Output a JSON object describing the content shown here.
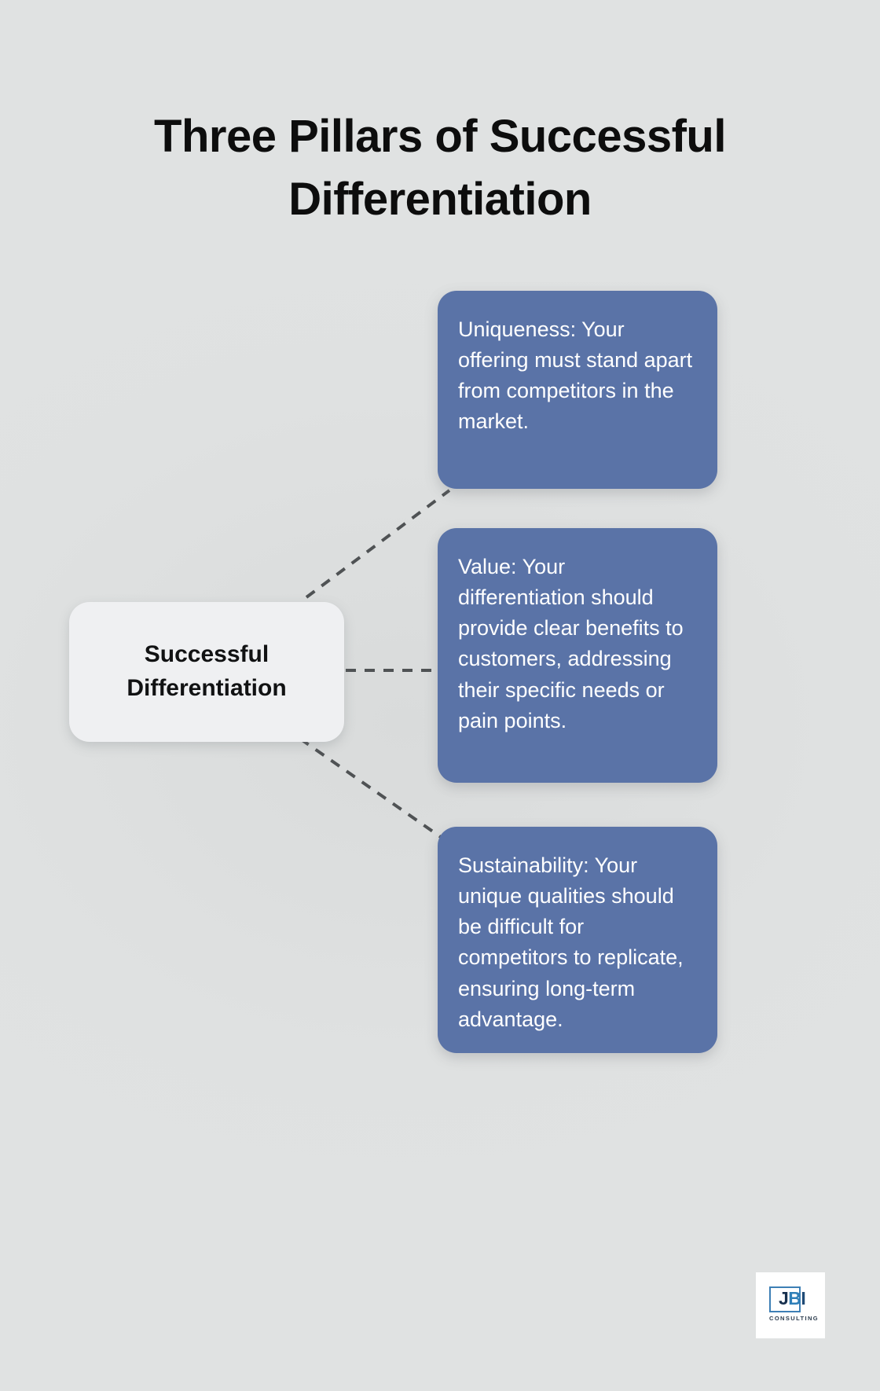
{
  "page": {
    "background_color": "#dfe1e1",
    "accent_color": "#5a73a7",
    "center_node_color": "#eff0f2",
    "connector_color": "#4f5254"
  },
  "title": "Three Pillars of Successful Differentiation",
  "center_node": {
    "label": "Successful Differentiation"
  },
  "pillars": [
    {
      "id": "uniqueness",
      "text": "Uniqueness: Your offering must stand apart from competitors in the market."
    },
    {
      "id": "value",
      "text": "Value: Your differentiation should provide clear benefits to customers, addressing their specific needs or pain points."
    },
    {
      "id": "sustainability",
      "text": "Sustainability: Your unique qualities should be difficult for competitors to replicate, ensuring long-term advantage."
    }
  ],
  "logo": {
    "mark": "JBI",
    "mark_j": "J",
    "mark_b": "B",
    "mark_i": "I",
    "tagline": "CONSULTING"
  }
}
